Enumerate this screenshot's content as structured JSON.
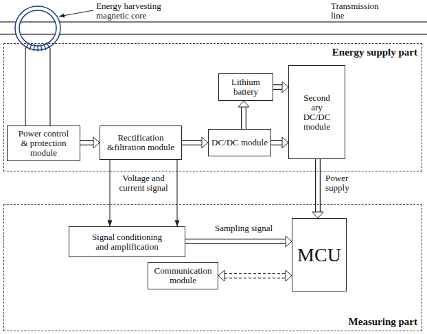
{
  "diagram": {
    "nodes": [
      {
        "text": [
          "Energy supply part"
        ]
      },
      {
        "text": [
          "Lithium battery"
        ],
        "in": 0
      },
      {
        "text": [
          "Second ary DC/DC module"
        ],
        "in": 0
      },
      {
        "text": [
          "Power control & protection module"
        ],
        "in": 0
      },
      {
        "text": [
          "Rectification &filtration module"
        ],
        "in": 0
      },
      {
        "text": [
          "DC/DC module"
        ],
        "in": 0
      },
      {
        "text": [
          "Measuring part"
        ]
      },
      {
        "text": [
          "Signal conditioning and amplification"
        ],
        "in": 6
      },
      {
        "text": [
          "MCU"
        ],
        "in": 6
      },
      {
        "text": [
          "Communication module"
        ],
        "in": 6
      }
    ],
    "edges": [
      {
        "from": 3,
        "to": 4,
        "arrow": "to"
      },
      {
        "from": 4,
        "to": 5,
        "arrow": "to"
      },
      {
        "from": 5,
        "to": 1,
        "arrow": "to"
      },
      {
        "from": 1,
        "to": 2,
        "arrow": "to"
      },
      {
        "from": 5,
        "to": 2,
        "arrow": "to"
      },
      {
        "from": 2,
        "to": 8,
        "label": "Power supply",
        "arrow": "to"
      },
      {
        "from": 4,
        "to": 7,
        "arrow": "to"
      },
      {
        "from": 4,
        "to": 7,
        "arrow": "to"
      },
      {
        "from": 7,
        "to": 8,
        "label": "Sampling signal",
        "arrow": "to"
      },
      {
        "from": 9,
        "to": 8,
        "arrow": "both"
      }
    ],
    "labels": [
      "Energy harvesting magnetic core",
      "Transmission line",
      "Voltage and current signal"
    ]
  }
}
